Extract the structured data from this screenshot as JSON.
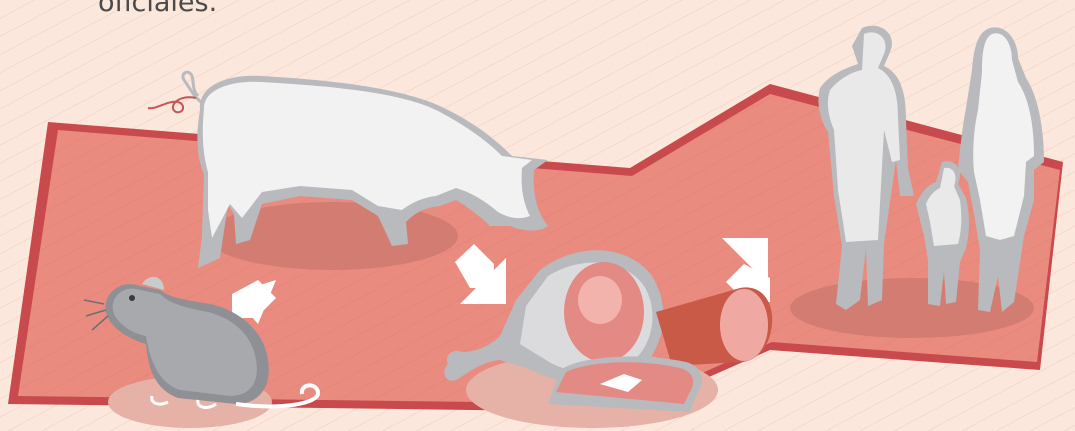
{
  "caption": "oficiales.",
  "colors": {
    "background": "#fbe7dc",
    "band": "#ea8b80",
    "band_edge": "#c94a4c",
    "arrow": "#ffffff",
    "silhouette": "#b9babd",
    "silhouette_light": "#e9e9ea",
    "shadow": "#cf7a70",
    "meat": "#e38a84",
    "meat_light": "#f2b3ad",
    "sausage": "#c95a48"
  },
  "elements": [
    {
      "name": "rat",
      "icon": "rat-icon"
    },
    {
      "name": "pig",
      "icon": "pig-icon"
    },
    {
      "name": "meat",
      "icon": "ham-steak-sausage-icon"
    },
    {
      "name": "family",
      "icon": "family-icon"
    }
  ],
  "arrows": [
    {
      "from": "rat",
      "to": "pig",
      "direction": "up-right"
    },
    {
      "from": "pig",
      "to": "meat",
      "direction": "down-right"
    },
    {
      "from": "meat",
      "to": "family",
      "direction": "up-right"
    }
  ]
}
